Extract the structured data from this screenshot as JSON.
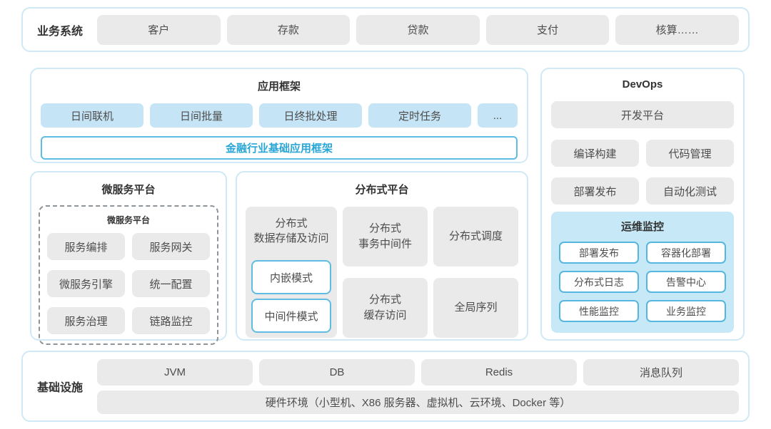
{
  "colors": {
    "section_border": "#cfeaf6",
    "gray_block": "#eaeaea",
    "blue_block": "#c5e4f5",
    "monitor_bg": "#c7e8f7",
    "chip_border": "#55b7df",
    "accent_text": "#29a6d6",
    "text": "#4d4d4d"
  },
  "business": {
    "label": "业务系统",
    "items": [
      "客户",
      "存款",
      "贷款",
      "支付",
      "核算……"
    ]
  },
  "app_framework": {
    "title": "应用框架",
    "modules": [
      "日间联机",
      "日间批量",
      "日终批处理",
      "定时任务",
      "..."
    ],
    "base": "金融行业基础应用框架"
  },
  "devops": {
    "title": "DevOps",
    "platform": "开发平台",
    "tools": [
      "编译构建",
      "代码管理",
      "部署发布",
      "自动化测试"
    ],
    "monitor": {
      "title": "运维监控",
      "items": [
        "部署发布",
        "容器化部署",
        "分布式日志",
        "告警中心",
        "性能监控",
        "业务监控"
      ]
    }
  },
  "microservice": {
    "title": "微服务平台",
    "inner_title": "微服务平台",
    "items": [
      "服务编排",
      "服务网关",
      "微服务引擎",
      "统一配置",
      "服务治理",
      "链路监控"
    ]
  },
  "distributed": {
    "title": "分布式平台",
    "storage": {
      "title": "分布式\n数据存储及访问",
      "modes": [
        "内嵌模式",
        "中间件模式"
      ]
    },
    "cells": [
      "分布式\n事务中间件",
      "分布式调度",
      "分布式\n缓存访问",
      "全局序列"
    ]
  },
  "infrastructure": {
    "label": "基础设施",
    "items": [
      "JVM",
      "DB",
      "Redis",
      "消息队列"
    ],
    "hardware": "硬件环境（小型机、X86 服务器、虚拟机、云环境、Docker 等）"
  }
}
